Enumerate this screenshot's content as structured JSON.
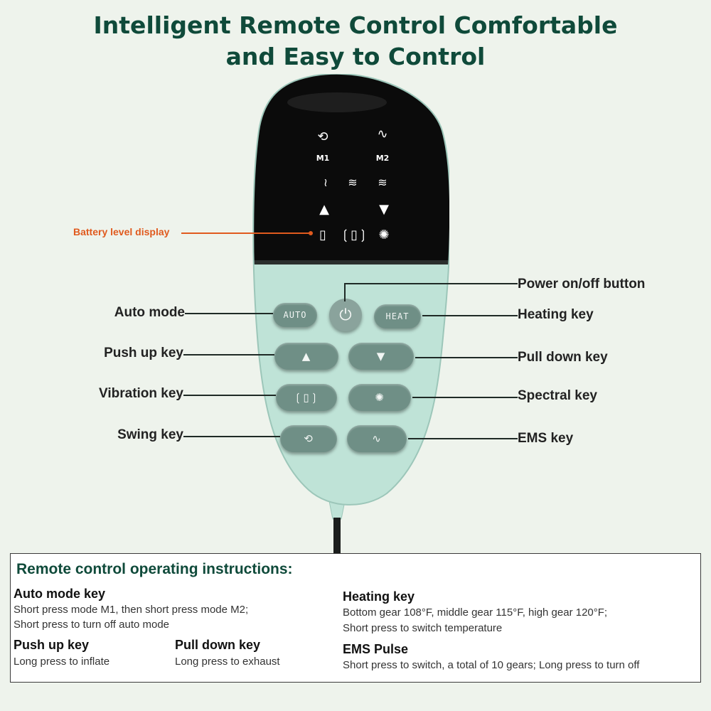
{
  "title": {
    "line1": "Intelligent Remote Control Comfortable",
    "line2": "and Easy to Control"
  },
  "screen": {
    "swing_icon": "swing-icon",
    "ems_icon": "ems-pulse-icon",
    "m1": "M1",
    "m2": "M2",
    "heat_levels": [
      "low-heat-icon",
      "medium-heat-icon",
      "high-heat-icon"
    ],
    "battery_icon": "battery-icon",
    "vibration_icon": "vibration-icon",
    "spectral_icon": "spectral-icon"
  },
  "buttons": {
    "auto": "AUTO",
    "heat": "HEAT"
  },
  "labels": {
    "battery": "Battery level display",
    "power": "Power on/off button",
    "auto": "Auto mode",
    "heating": "Heating key",
    "push_up": "Push up key",
    "pull_down": "Pull down key",
    "vibration": "Vibration key",
    "spectral": "Spectral key",
    "swing": "Swing key",
    "ems": "EMS key"
  },
  "instructions": {
    "title": "Remote control operating instructions:",
    "auto_key": "Auto mode key",
    "auto_desc1": "Short press mode M1, then short press mode M2;",
    "auto_desc2": "Short press to turn off auto mode",
    "push_key": "Push up key",
    "push_desc": "Long press to inflate",
    "pull_key": "Pull down key",
    "pull_desc": "Long press to exhaust",
    "heat_key": "Heating key",
    "heat_desc1": "Bottom gear 108°F, middle gear 115°F, high gear 120°F;",
    "heat_desc2": "Short press to switch temperature",
    "ems_key": "EMS Pulse",
    "ems_desc": "Short press to switch, a total of 10 gears; Long press to turn off"
  },
  "colors": {
    "title": "#0f4a3a",
    "remote_body": "#bfe3d7",
    "screen": "#0b0b0b",
    "button": "#6f8f86",
    "battery_label": "#e05a1e"
  }
}
